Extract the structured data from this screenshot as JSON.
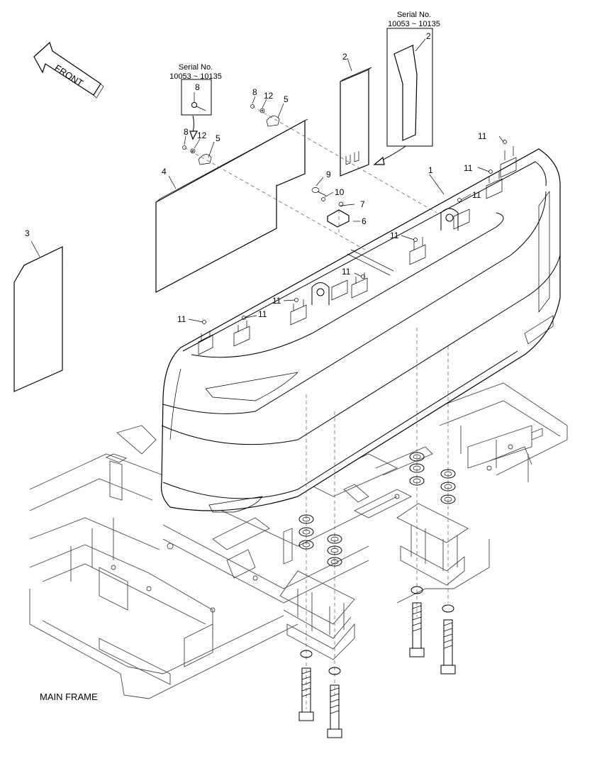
{
  "orientation": {
    "front_label": "FRONT"
  },
  "serial_notes": [
    {
      "title": "Serial No.",
      "range": "10053 ~ 10135"
    },
    {
      "title": "Serial No.",
      "range": "10053 ~ 10135"
    }
  ],
  "part_callouts": {
    "c1": "1",
    "c2a": "2",
    "c2b": "2",
    "c3": "3",
    "c4": "4",
    "c5a": "5",
    "c5b": "5",
    "c6": "6",
    "c7": "7",
    "c8a": "8",
    "c8b": "8",
    "c8c": "8",
    "c9": "9",
    "c10": "10",
    "c11a": "11",
    "c11b": "11",
    "c11c": "11",
    "c11d": "11",
    "c11e": "11",
    "c11f": "11",
    "c11g": "11",
    "c11h": "11",
    "c11i": "11",
    "c12a": "12",
    "c12b": "12"
  },
  "caption": {
    "frame_label": "MAIN FRAME"
  }
}
